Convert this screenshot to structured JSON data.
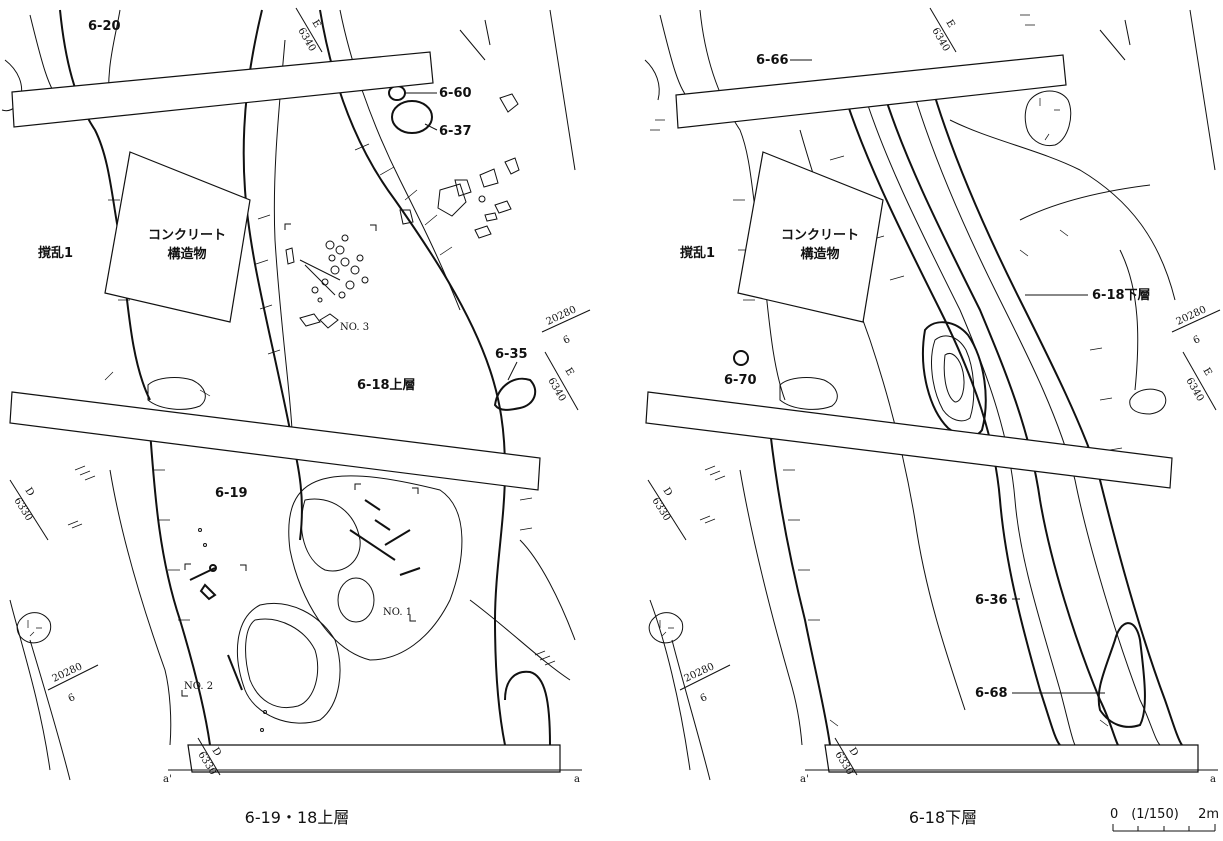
{
  "left_map": {
    "features": {
      "f620": "6-20",
      "f660": "6-60",
      "f637": "6-37",
      "f635": "6-35",
      "f618u": "6-18上層",
      "f619": "6-19"
    },
    "structure_line1": "コンクリート",
    "structure_line2": "構造物",
    "disturbance": "撹乱1",
    "no1": "NO. 1",
    "no2": "NO. 2",
    "no3": "NO. 3",
    "grid_e_top": "E",
    "grid_e_top_num": "6340",
    "grid_e_right": "E",
    "grid_e_right_num": "6340",
    "grid_20280_a": "20280",
    "grid_20280_a_num": "6",
    "grid_20280_b": "20280",
    "grid_20280_b_num": "6",
    "grid_d_left": "D",
    "grid_d_left_num": "6330",
    "grid_d_bottom": "D",
    "grid_d_bottom_num": "6330",
    "section_a": "a",
    "section_a_prime": "a'",
    "caption": "6-19・18上層"
  },
  "right_map": {
    "features": {
      "f666": "6-66",
      "f618l": "6-18下層",
      "f670": "6-70",
      "f636": "6-36",
      "f668": "6-68"
    },
    "structure_line1": "コンクリート",
    "structure_line2": "構造物",
    "disturbance": "撹乱1",
    "grid_e_top": "E",
    "grid_e_top_num": "6340",
    "grid_e_right": "E",
    "grid_e_right_num": "6340",
    "grid_20280_a": "20280",
    "grid_20280_a_num": "6",
    "grid_20280_b": "20280",
    "grid_20280_b_num": "6",
    "grid_d_left": "D",
    "grid_d_left_num": "6330",
    "grid_d_bottom": "D",
    "grid_d_bottom_num": "6330",
    "section_a": "a",
    "section_a_prime": "a'",
    "caption": "6-18下層"
  },
  "scale_bar": {
    "start": "0",
    "ratio": "(1/150)",
    "end": "2m"
  }
}
